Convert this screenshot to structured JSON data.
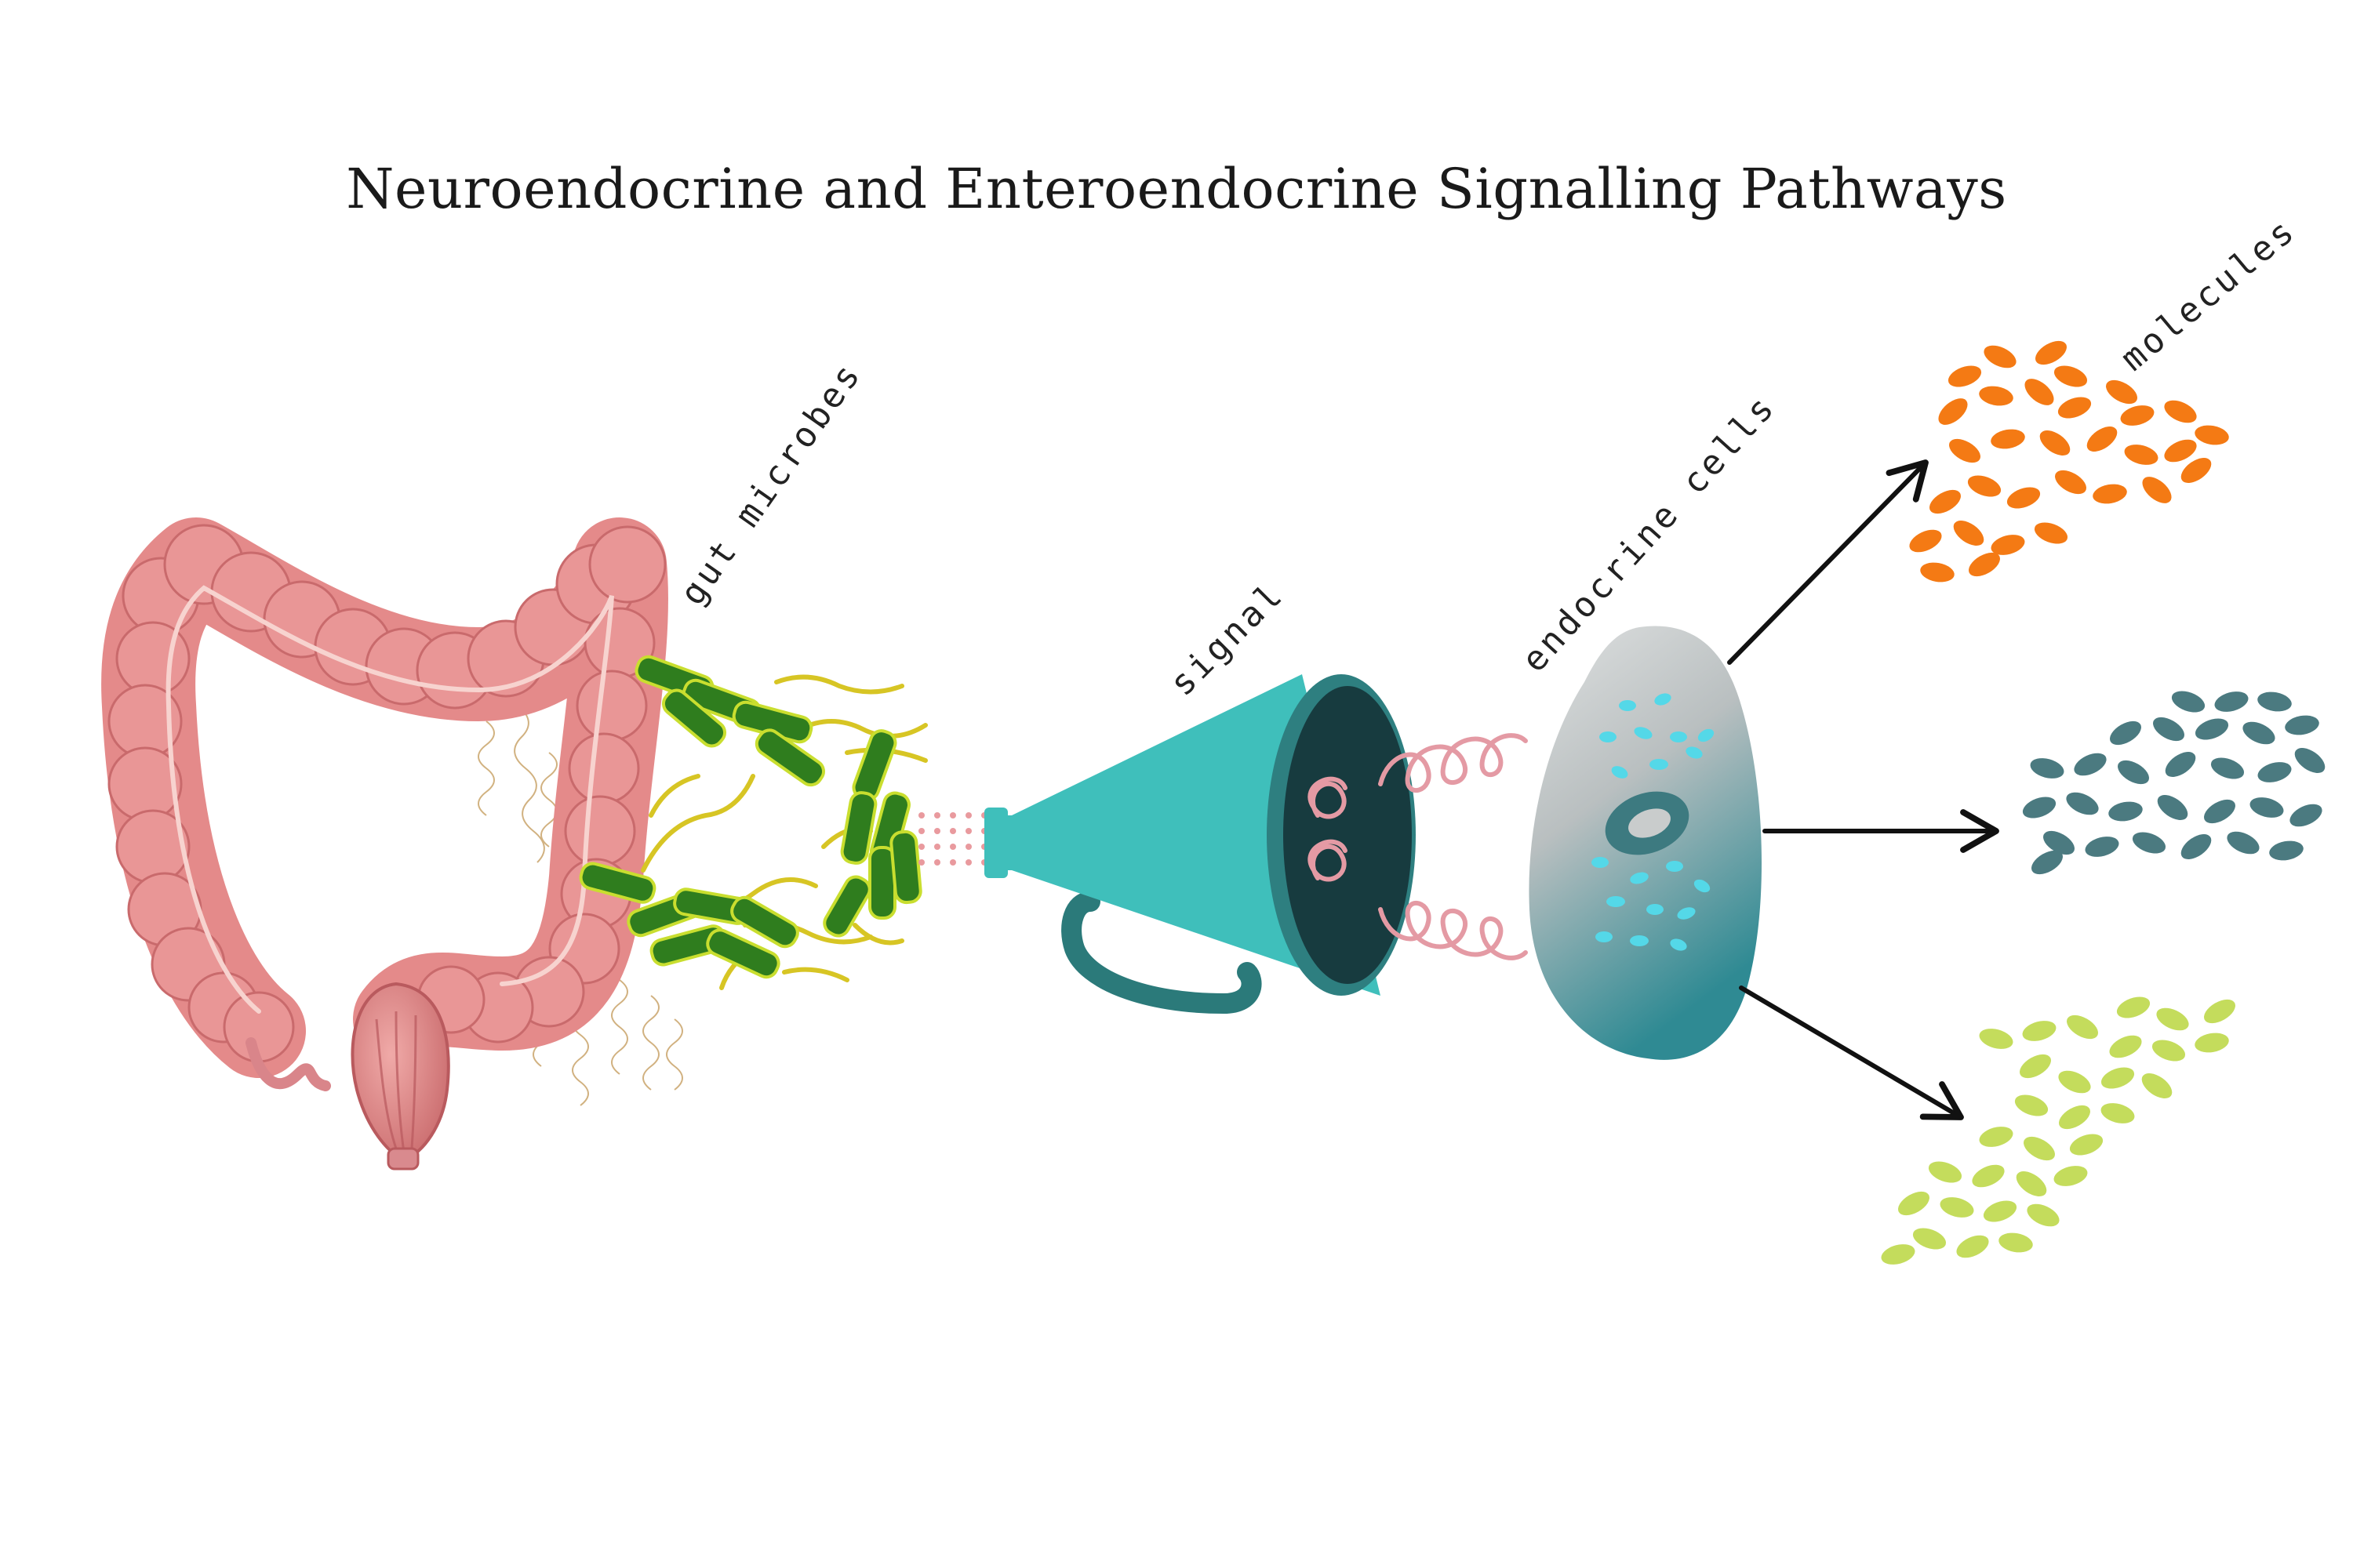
{
  "title": "Neuroendocrine and Enteroendocrine Signalling Pathways",
  "labels": {
    "gut_microbes": "gut microbes",
    "signal": "signal",
    "endocrine_cells": "endocrine cells",
    "molecules": "molecules"
  },
  "colors": {
    "colon": "#e48a8a",
    "colon_dark": "#c96a6c",
    "microbe_green": "#2f7d1e",
    "microbe_yellow": "#e7d93a",
    "megaphone_teal": "#3fbfbb",
    "megaphone_dark": "#173b3f",
    "megaphone_handle": "#2b7a7a",
    "signal_pink": "#e49aa4",
    "cell_gray": "#c9cccc",
    "cell_teal": "#2f8a93",
    "granule_cyan": "#54d8e8",
    "molecule_orange": "#f47a14",
    "molecule_slate": "#4b7a80",
    "molecule_lime": "#c4dc5c",
    "arrow": "#111111"
  },
  "icons": [
    "colon-icon",
    "bacteria-icon",
    "megaphone-icon",
    "endocrine-cell-icon",
    "arrow-icon",
    "molecule-cluster-icon"
  ]
}
